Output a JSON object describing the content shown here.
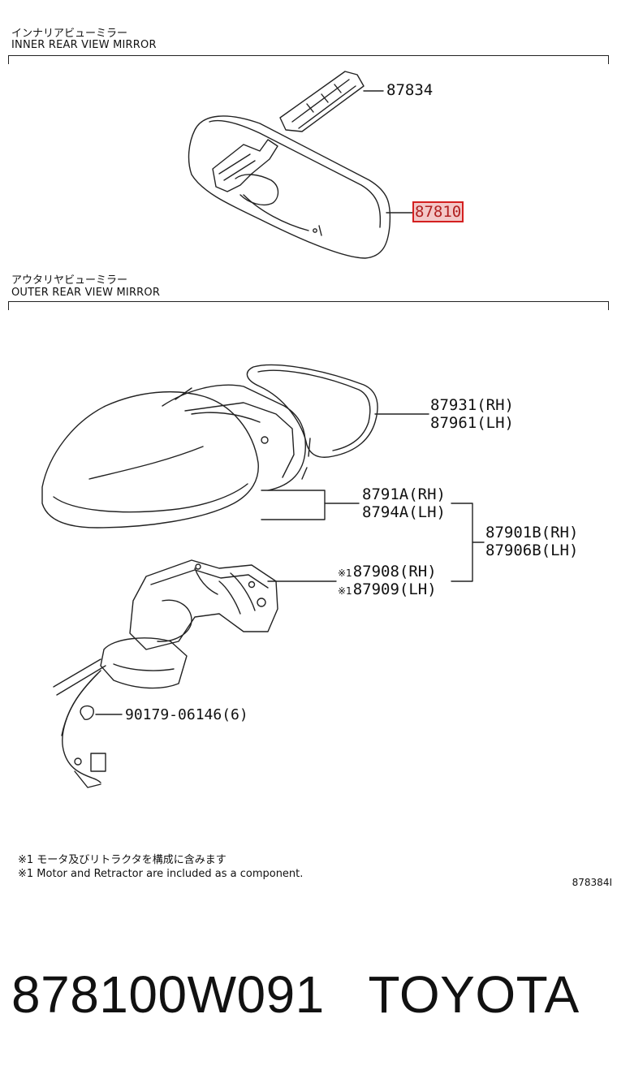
{
  "inner_section": {
    "title_jp": "インナリアビューミラー",
    "title_en": "INNER REAR VIEW MIRROR"
  },
  "outer_section": {
    "title_jp": "アウタリヤビューミラー",
    "title_en": "OUTER REAR VIEW MIRROR"
  },
  "labels": {
    "p87834": "87834",
    "p87810": "87810",
    "p87931": "87931(RH)",
    "p87961": "87961(LH)",
    "p8791A": "8791A(RH)",
    "p8794A": "8794A(LH)",
    "p87901B": "87901B(RH)",
    "p87906B": "87906B(LH)",
    "p87908": "87908(RH)",
    "p87909": "87909(LH)",
    "note_mark": "※1",
    "p90179": "90179-06146(6)"
  },
  "notes": {
    "jp": "※1 モータ及びリトラクタを構成に含みます",
    "en": "※1 Motor and Retractor are included as a component."
  },
  "diagram_code": "878384I",
  "footer": {
    "part_number": "878100W091",
    "brand": "TOYOTA"
  },
  "colors": {
    "highlight_border": "#d42020",
    "highlight_fill": "#f3c8c8"
  }
}
